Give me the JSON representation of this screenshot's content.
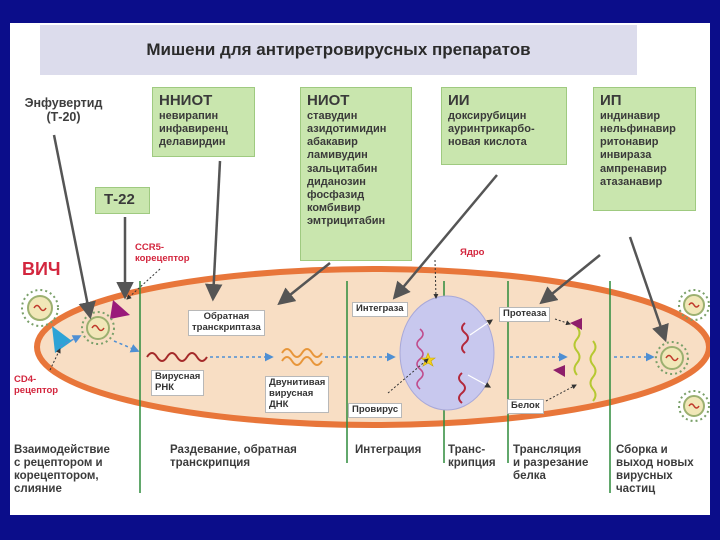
{
  "title": "Мишени для антиретровирусных препаратов",
  "drugs": {
    "enfuvirtide": "Энфувертид (Т-20)",
    "t22": "Т-22"
  },
  "boxes": [
    {
      "head": "ННИОТ",
      "items": [
        "невирапин",
        "инфавиренц",
        "делавирдин"
      ]
    },
    {
      "head": "НИОТ",
      "items": [
        "ставудин",
        "азидотимидин",
        "абакавир",
        "ламивудин",
        "зальцитабин",
        "диданозин",
        "фосфазид",
        "комбивир",
        "эмтрицитабин"
      ]
    },
    {
      "head": "ИИ",
      "items": [
        "доксирубицин",
        "ауринтрикарбо-",
        "новая кислота"
      ]
    },
    {
      "head": "ИП",
      "items": [
        "индинавир",
        "нельфинавир",
        "ритонавир",
        "инвираза",
        "ампренавир",
        "атазанавир"
      ]
    }
  ],
  "labels": {
    "hiv": "ВИЧ",
    "ccr5": "CCR5-\nкорецептор",
    "cd4": "CD4-\nрецептор",
    "nucleus": "Ядро",
    "reverse_transcriptase": "Обратная\nтранскриптаза",
    "integrase": "Интеграза",
    "protease": "Протеаза",
    "viral_rna": "Вирусная\nРНК",
    "ds_dna": "Двунитивая\nвирусная\nДНК",
    "provirus": "Провирус",
    "protein": "Белок"
  },
  "stages": [
    "Взаимодействие\nс рецептором и\nкорецептором,\nслияние",
    "Раздевание, обратная\nтранскрипция",
    "Интеграция",
    "Транс-\nкрипция",
    "Трансляция\nи разрезание\nбелка",
    "Сборка и\nвыход новых\nвирусных\nчастиц"
  ],
  "colors": {
    "background": "#0b0d8a",
    "title_bar": "#dcdcec",
    "drug_box": "#c9e6ae",
    "cell_fill": "#f8dec4",
    "cell_border": "#e8763a",
    "stage_line": "#2e8b3c",
    "nucleus": "#c8c8ee",
    "accent_red": "#d3263e",
    "arrow": "#555555",
    "dashed_arrow": "#4f8fd3",
    "wave_rna": "#a52a2a",
    "wave_dna": "#e8963a",
    "wave_protein": "#b6c832",
    "receptor": "#2ea3d6",
    "coreceptor": "#9a1a7a"
  }
}
